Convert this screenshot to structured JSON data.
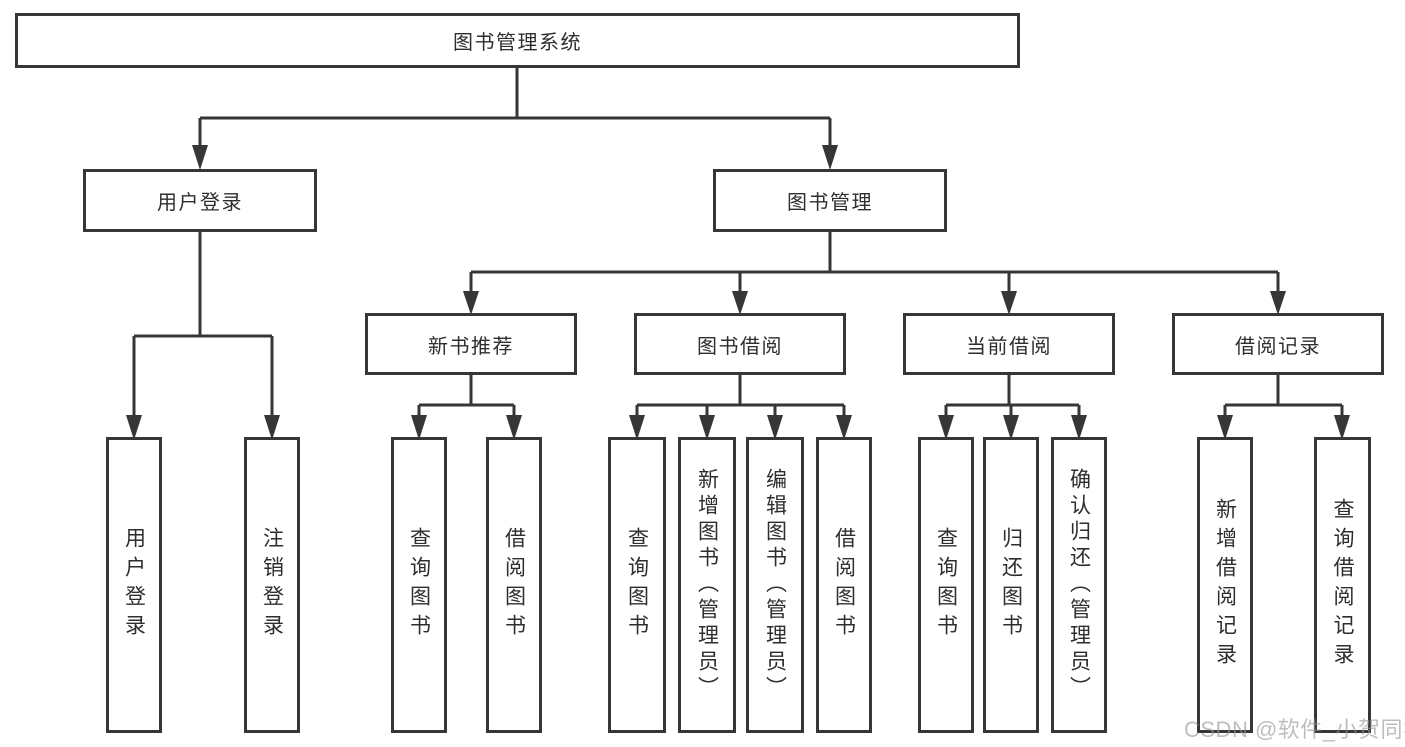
{
  "root": {
    "label": "图书管理系统"
  },
  "branches": {
    "user_login": {
      "label": "用户登录",
      "children": [
        {
          "label": "用户登录"
        },
        {
          "label": "注销登录"
        }
      ]
    },
    "book_management": {
      "label": "图书管理",
      "children": [
        {
          "label": "新书推荐",
          "children": [
            {
              "label": "查询图书"
            },
            {
              "label": "借阅图书"
            }
          ]
        },
        {
          "label": "图书借阅",
          "children": [
            {
              "label": "查询图书"
            },
            {
              "label": "新增图书（管理员）"
            },
            {
              "label": "编辑图书（管理员）"
            },
            {
              "label": "借阅图书"
            }
          ]
        },
        {
          "label": "当前借阅",
          "children": [
            {
              "label": "查询图书"
            },
            {
              "label": "归还图书"
            },
            {
              "label": "确认归还（管理员）"
            }
          ]
        },
        {
          "label": "借阅记录",
          "children": [
            {
              "label": "新增借阅记录"
            },
            {
              "label": "查询借阅记录"
            }
          ]
        }
      ]
    }
  },
  "watermark": {
    "text": "CSDN @软件_小贺同学",
    "color": "#969696"
  },
  "colors": {
    "line": "#363636",
    "text": "#2e2e2e",
    "box_background": "#ffffff"
  }
}
